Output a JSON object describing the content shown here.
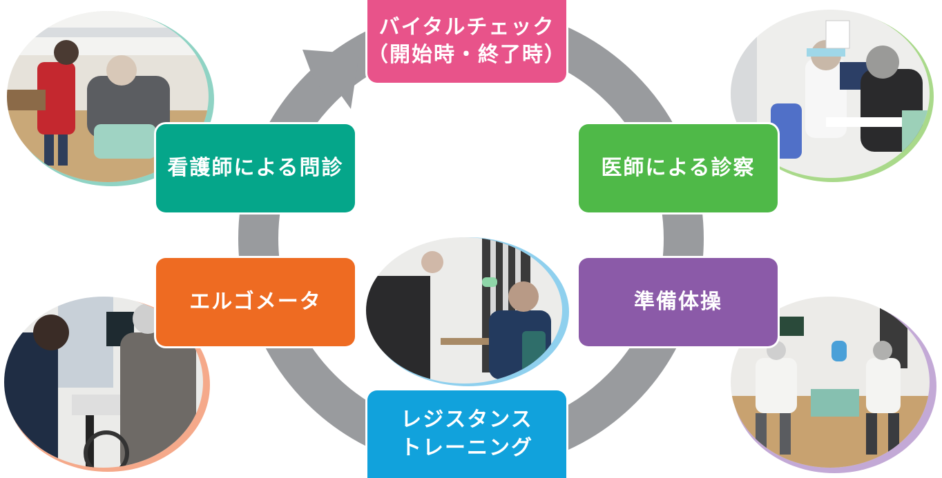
{
  "steps": {
    "vital": {
      "line1": "バイタルチェック",
      "line2": "（開始時・終了時）",
      "color": "#e8538a"
    },
    "doctor": {
      "label": "医師による診察",
      "color": "#4fb948"
    },
    "warmup": {
      "label": "準備体操",
      "color": "#8b5aa8"
    },
    "resistance": {
      "line1": "レジスタンス",
      "line2": "トレーニング",
      "color": "#11a2dc"
    },
    "ergometer": {
      "label": "エルゴメータ",
      "color": "#ee6b22"
    },
    "nurse": {
      "label": "看護師による問診",
      "color": "#05a68a"
    }
  },
  "ring_color": "#999b9e",
  "photos": {
    "top_left": {
      "accent": "#8fd3c4",
      "icon": "photo-nurse-interview"
    },
    "top_right": {
      "accent": "#a9d98a",
      "icon": "photo-doctor-exam"
    },
    "center": {
      "accent": "#8fd0ee",
      "icon": "photo-resistance-training"
    },
    "bottom_left": {
      "accent": "#f5a98a",
      "icon": "photo-ergometer"
    },
    "bottom_right": {
      "accent": "#c3a9d6",
      "icon": "photo-warmup-exercise"
    }
  }
}
